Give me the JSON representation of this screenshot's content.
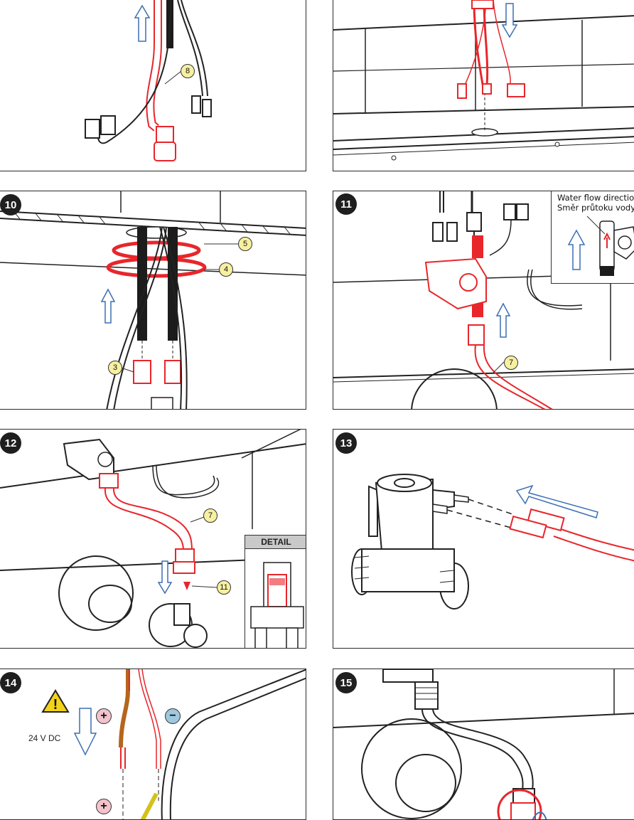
{
  "steps": [
    {
      "id": "step-9",
      "number": ""
    },
    {
      "id": "step-10",
      "number": "10"
    },
    {
      "id": "step-11",
      "number": "11"
    },
    {
      "id": "step-12",
      "number": "12"
    },
    {
      "id": "step-13",
      "number": "13"
    },
    {
      "id": "step-14",
      "number": "14"
    },
    {
      "id": "step-15",
      "number": "15"
    }
  ],
  "callouts": {
    "hose_8": "8",
    "washer_5": "5",
    "washer_4": "4",
    "fitting_3": "3",
    "hose_7a": "7",
    "hose_7b": "7",
    "filter_11": "11"
  },
  "flow_inset": {
    "line1": "Water flow direction",
    "line2": "Směr průtoku vody"
  },
  "detail_label": "DETAIL",
  "voltage_label": "24 V DC",
  "polarity": {
    "plus": "+",
    "minus": "−"
  },
  "colors": {
    "highlight": "#e8262b",
    "arrow": "#3c6fb4",
    "line": "#222222",
    "callout_fill": "#f7f0a0",
    "plus_fill": "#f2c3cc",
    "minus_fill": "#9fc7df"
  }
}
